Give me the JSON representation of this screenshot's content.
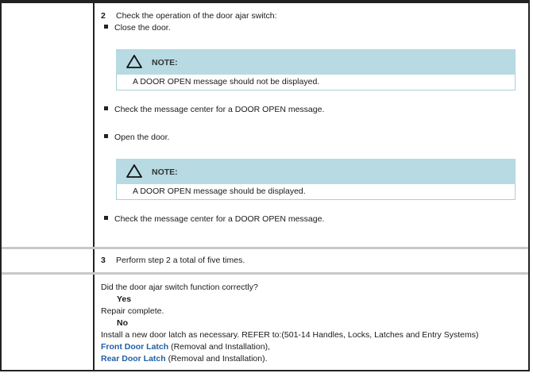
{
  "step2": {
    "number": "2",
    "title": "Check the operation of the door ajar switch:",
    "bullet1": "Close the door.",
    "note_label": "NOTE:",
    "note1": "A DOOR OPEN message should not be displayed.",
    "bullet2": "Check the message center for a DOOR OPEN message.",
    "bullet3": "Open the door.",
    "note2": "A DOOR OPEN message should be displayed.",
    "bullet4": "Check the message center for a DOOR OPEN message."
  },
  "step3": {
    "number": "3",
    "title": "Perform step 2 a total of five times."
  },
  "result": {
    "question": "Did the door ajar switch function correctly?",
    "yes_label": "Yes",
    "yes_text": "Repair complete.",
    "no_label": "No",
    "no_text": "Install a new door latch as necessary. REFER to:(501-14 Handles, Locks, Latches and Entry Systems)",
    "link1": "Front Door Latch",
    "link1_suffix": " (Removal and Installation),",
    "link2": "Rear Door Latch",
    "link2_suffix": " (Removal and Installation)."
  }
}
